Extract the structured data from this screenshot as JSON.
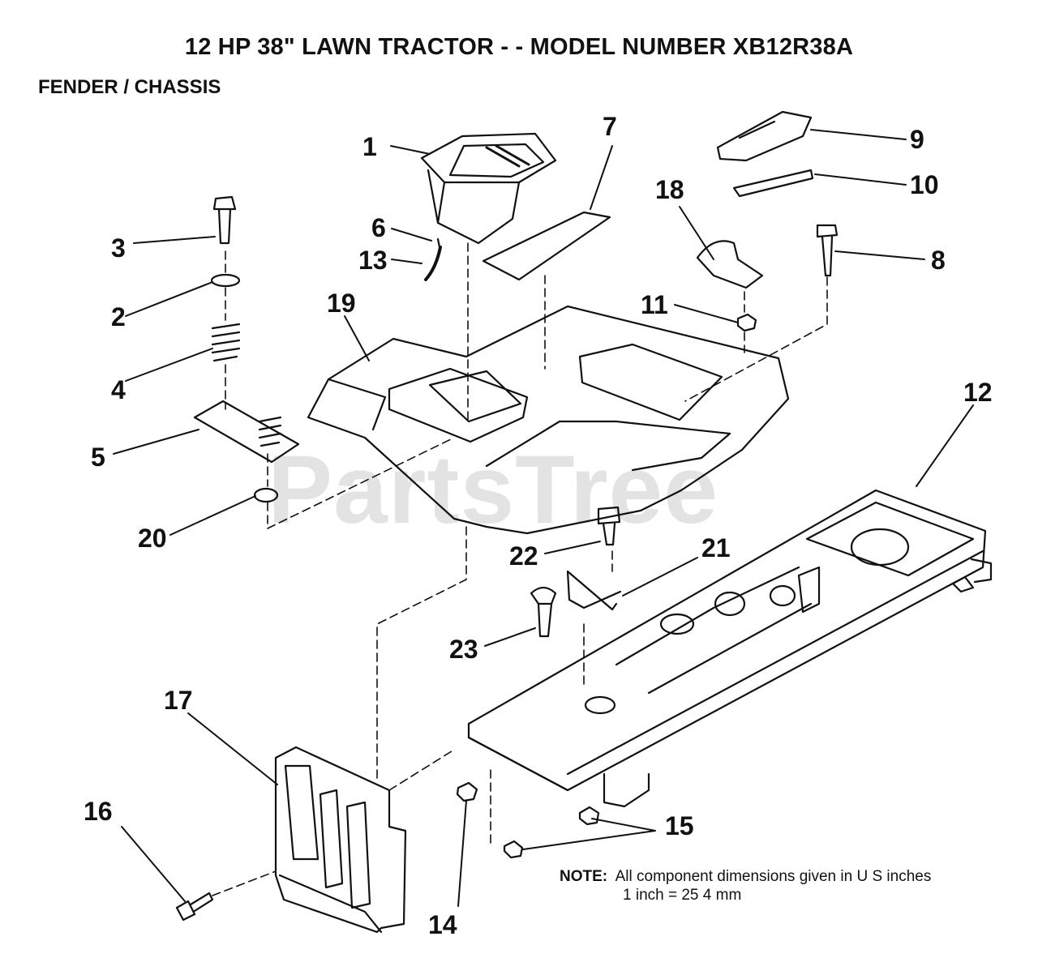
{
  "header": {
    "title": "12 HP 38\" LAWN TRACTOR - - MODEL NUMBER XB12R38A",
    "subtitle": "FENDER / CHASSIS"
  },
  "watermark": "PartsTree",
  "callouts": {
    "c1": "1",
    "c2": "2",
    "c3": "3",
    "c4": "4",
    "c5": "5",
    "c6": "6",
    "c7": "7",
    "c8": "8",
    "c9": "9",
    "c10": "10",
    "c11": "11",
    "c12": "12",
    "c13": "13",
    "c14": "14",
    "c15": "15",
    "c16": "16",
    "c17": "17",
    "c18": "18",
    "c19": "19",
    "c20": "20",
    "c21": "21",
    "c22": "22",
    "c23": "23"
  },
  "note": {
    "label": "NOTE:",
    "line1": "All component dimensions given in U S  inches",
    "line2": "1 inch = 25 4 mm"
  },
  "colors": {
    "ink": "#111111",
    "watermark": "#e3e3e3",
    "background": "#ffffff"
  }
}
